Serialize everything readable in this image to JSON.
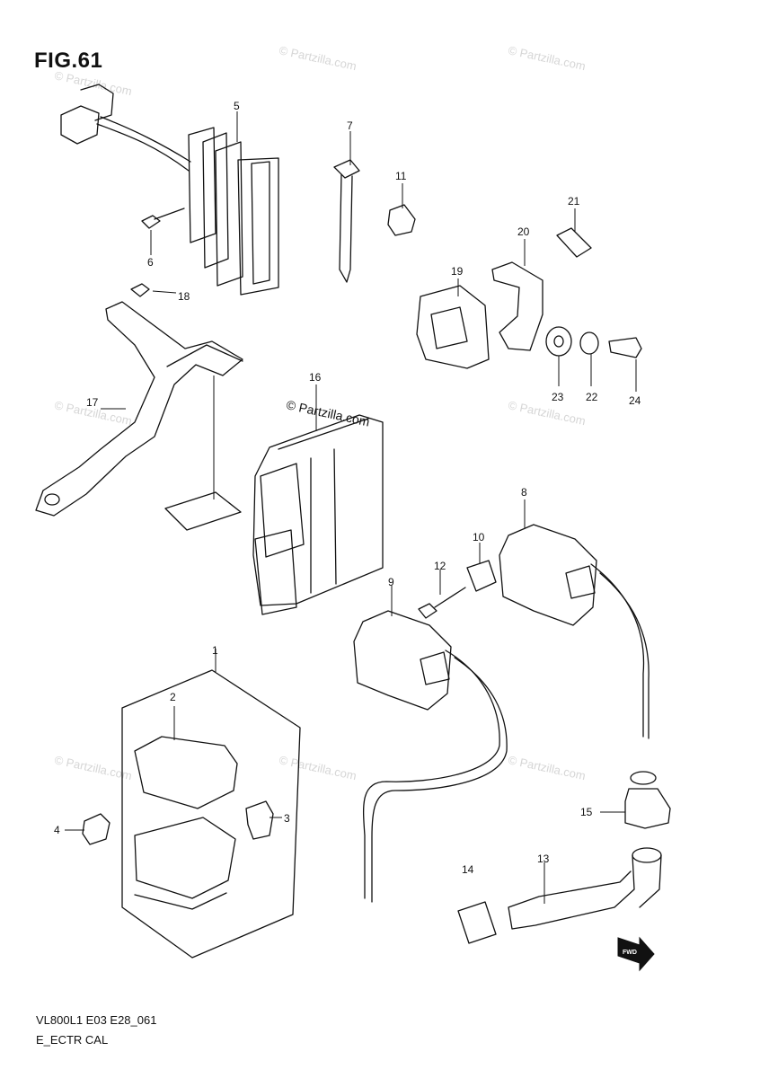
{
  "figure": {
    "title": "FIG.61"
  },
  "footer": {
    "code": "VL800L1 E03 E28_061",
    "section": "E_ECTR CAL"
  },
  "watermark": {
    "text": "© Partzilla.com",
    "main_text": "© Partzilla.com"
  },
  "fwd_badge": {
    "label": "FWD"
  },
  "callouts": [
    "1",
    "2",
    "3",
    "4",
    "5",
    "6",
    "7",
    "8",
    "9",
    "10",
    "11",
    "12",
    "13",
    "14",
    "15",
    "16",
    "17",
    "18",
    "19",
    "20",
    "21",
    "22",
    "23",
    "24"
  ]
}
